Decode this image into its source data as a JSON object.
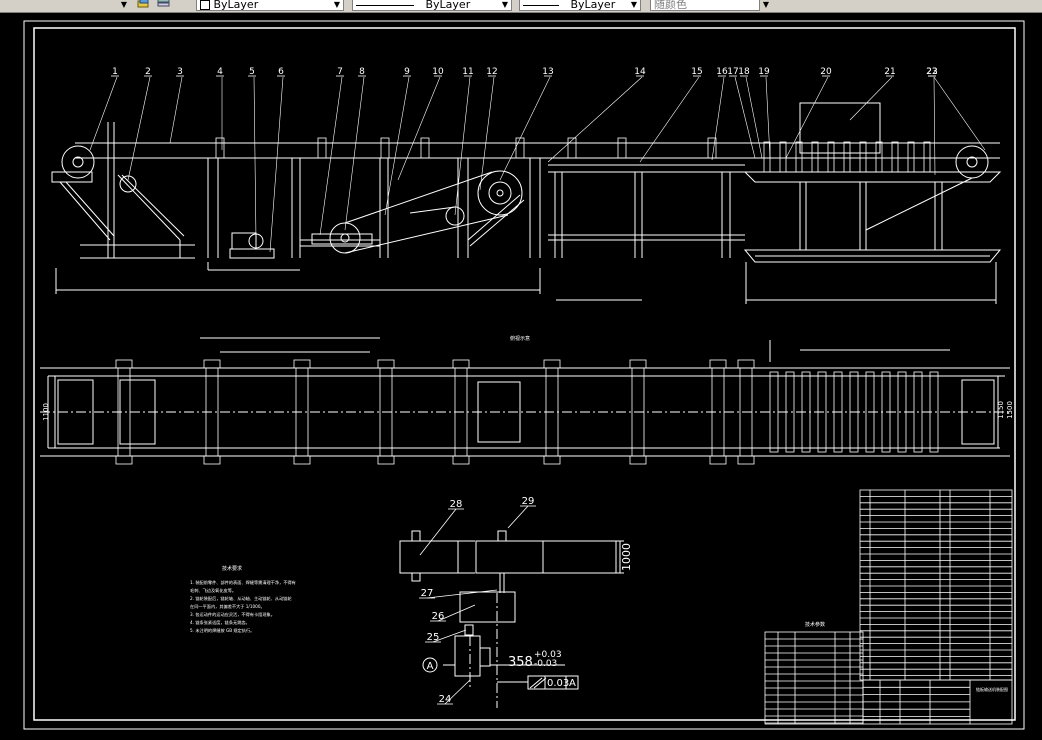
{
  "toolbar": {
    "layer_value": "ByLayer",
    "linetype_value": "ByLayer",
    "lineweight_value": "ByLayer",
    "color_value": "随颜色"
  },
  "drawing": {
    "part_numbers": [
      "1",
      "2",
      "3",
      "4",
      "5",
      "6",
      "7",
      "8",
      "9",
      "10",
      "11",
      "12",
      "13",
      "14",
      "15",
      "16",
      "17",
      "18",
      "19",
      "20",
      "21",
      "22",
      "23",
      "24",
      "25",
      "26",
      "27",
      "28",
      "29"
    ],
    "dim_width_left": "1100",
    "dim_width_right_a": "1150",
    "dim_width_right_b": "1500",
    "dim_height": "1000",
    "tolerance_value": "358",
    "tolerance_upper": "+0.03",
    "tolerance_lower": "-0.03",
    "parallel_tolerance": "0.03",
    "datum_letter": "A",
    "tech_req_title": "技术要求",
    "tech_req_lines": [
      "1. 装配前零件、部件的表面、焊缝等需清理干净，不得有",
      "   毛刺、飞边及氧化皮等。",
      "2. 链轮装配后，链轮轴、从动轴、主动链轮、从动链轮",
      "   在同一平面内，其偏差不大于 1/1000。",
      "3. 各运动件的运动应灵活，不得有卡阻现象。",
      "4. 链条张紧适度，链条无跳齿。",
      "5. 未注明的焊缝按 GB 规定执行。"
    ],
    "plan_label": "俯视示意",
    "params_title": "技术参数",
    "title_block_name": "链板输送机装配图"
  }
}
